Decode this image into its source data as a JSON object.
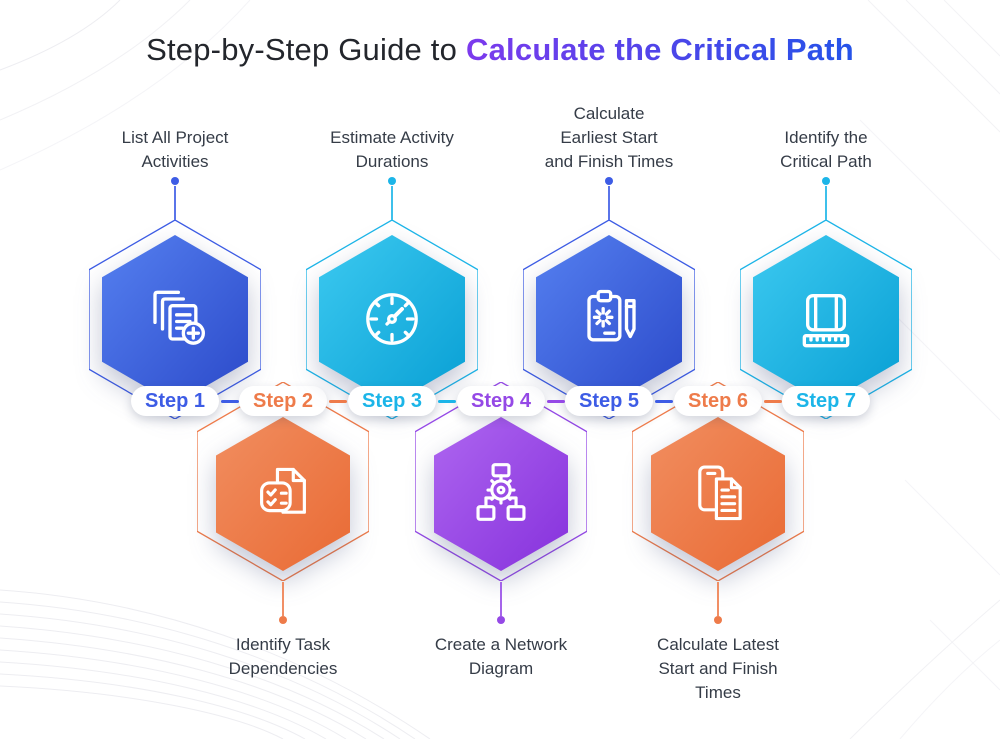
{
  "title": {
    "prefix": "Step-by-Step Guide to",
    "highlight": "Calculate the Critical Path",
    "highlight_gradient": [
      "#7C3AED",
      "#2553E9"
    ]
  },
  "steps": [
    {
      "pill": "Step 1",
      "label": "List All Project\nActivities",
      "row": "top",
      "color": "#3D5CE5",
      "gradient": [
        "#5580F0",
        "#2B49C9"
      ],
      "icon": "documents-add-icon"
    },
    {
      "pill": "Step 2",
      "label": "Identify Task\nDependencies",
      "row": "bottom",
      "color": "#EE7B4A",
      "gradient": [
        "#F18E60",
        "#E96A34"
      ],
      "icon": "checklist-document-icon"
    },
    {
      "pill": "Step 3",
      "label": "Estimate Activity\nDurations",
      "row": "top",
      "color": "#1CB5E8",
      "gradient": [
        "#3CC9F0",
        "#089FD4"
      ],
      "icon": "stopwatch-icon"
    },
    {
      "pill": "Step 4",
      "label": "Create a Network\nDiagram",
      "row": "bottom",
      "color": "#9549E6",
      "gradient": [
        "#AE66F0",
        "#8631DC"
      ],
      "icon": "network-diagram-icon"
    },
    {
      "pill": "Step 5",
      "label": "Calculate\nEarliest Start\nand Finish Times",
      "row": "top",
      "color": "#3D5CE5",
      "gradient": [
        "#5580F0",
        "#2B49C9"
      ],
      "icon": "clipboard-pen-icon"
    },
    {
      "pill": "Step 6",
      "label": "Calculate Latest\nStart and Finish\nTimes",
      "row": "bottom",
      "color": "#EE7B4A",
      "gradient": [
        "#F18E60",
        "#E96A34"
      ],
      "icon": "phone-documents-icon"
    },
    {
      "pill": "Step 7",
      "label": "Identify the\nCritical Path",
      "row": "top",
      "color": "#1CB5E8",
      "gradient": [
        "#3CC9F0",
        "#089FD4"
      ],
      "icon": "blueprint-ruler-icon"
    }
  ],
  "connector_colors": [
    "#3D5CE5",
    "#EE7B4A",
    "#1CB5E8",
    "#9549E6",
    "#3D5CE5",
    "#EE7B4A"
  ]
}
